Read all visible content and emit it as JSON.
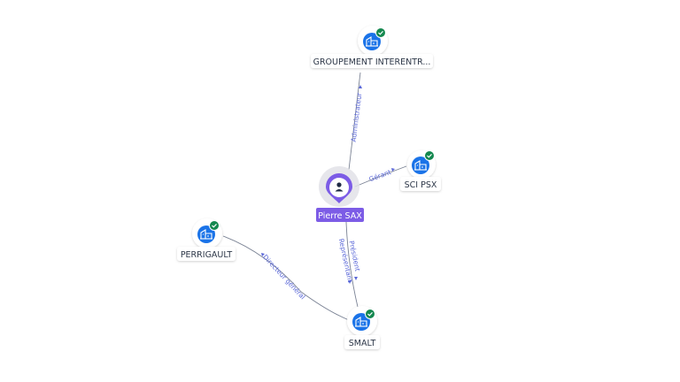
{
  "person": {
    "label": "Pierre SAX",
    "icon": "person-icon",
    "color": "#7c5ce6"
  },
  "companies": {
    "groupement": {
      "label": "GROUPEMENT INTERENTR...",
      "icon": "building-icon",
      "status": "verified"
    },
    "scipsx": {
      "label": "SCI PSX",
      "icon": "building-icon",
      "status": "verified"
    },
    "perrigault": {
      "label": "PERRIGAULT",
      "icon": "building-icon",
      "status": "verified"
    },
    "smalt": {
      "label": "SMALT",
      "icon": "building-icon",
      "status": "verified"
    }
  },
  "relations": {
    "administrateur": "Administrateur",
    "gerant": "Gérant",
    "president": "Président",
    "representant": "Représentant",
    "directeur": "Directeur général"
  },
  "colors": {
    "accent": "#7c5ce6",
    "company_icon": "#1a73e8",
    "verified_badge": "#14884f",
    "edge": "#7a8294",
    "edge_label": "#5a67d8"
  }
}
